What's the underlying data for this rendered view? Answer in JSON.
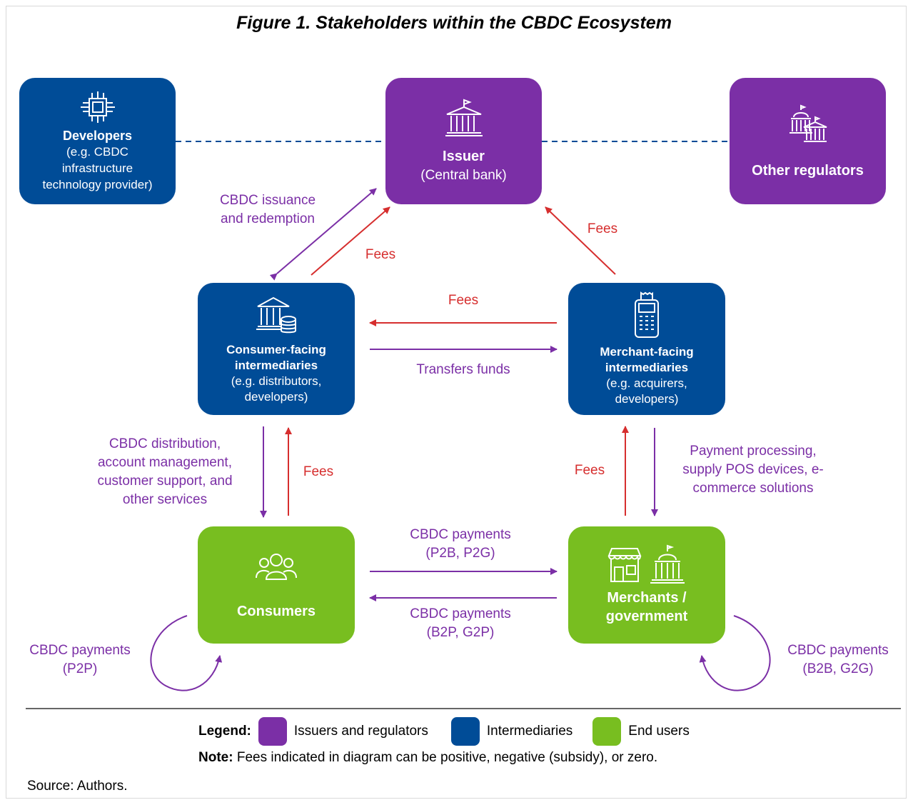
{
  "title": "Figure 1. Stakeholders within the CBDC Ecosystem",
  "colors": {
    "issuers": "#7b2fa6",
    "intermediaries": "#004c97",
    "end_users": "#78be20",
    "fees_arrow": "#d62e2e",
    "flow_arrow": "#7b2fa6"
  },
  "nodes": {
    "developers": {
      "title": "Developers",
      "desc": "(e.g. CBDC infrastructure technology provider)",
      "icon": "chip-icon"
    },
    "issuer": {
      "title": "Issuer",
      "desc": "(Central bank)",
      "icon": "bank-icon"
    },
    "regulators": {
      "title": "Other regulators",
      "icon": "government-buildings-icon"
    },
    "consumer_int": {
      "title": "Consumer-facing intermediaries",
      "desc": "(e.g. distributors, developers)",
      "icon": "bank-coins-icon"
    },
    "merchant_int": {
      "title": "Merchant-facing intermediaries",
      "desc": "(e.g. acquirers, developers)",
      "icon": "pos-terminal-icon"
    },
    "consumers": {
      "title": "Consumers",
      "icon": "people-icon"
    },
    "merchants": {
      "title": "Merchants / government",
      "icon": "store-government-icon"
    }
  },
  "labels": {
    "issuance": "CBDC issuance and redemption",
    "fees_ci_issuer": "Fees",
    "fees_mi_issuer": "Fees",
    "fees_mi_ci": "Fees",
    "transfers": "Transfers funds",
    "distribution": "CBDC distribution, account management, customer support, and other services",
    "fees_cons_ci": "Fees",
    "fees_merch_mi": "Fees",
    "processing": "Payment processing, supply POS devices, e-commerce solutions",
    "p2b": "CBDC payments (P2B, P2G)",
    "b2p": "CBDC payments (B2P, G2P)",
    "p2p": "CBDC payments (P2P)",
    "b2b": "CBDC payments (B2B, G2G)"
  },
  "legend": {
    "heading": "Legend:",
    "issuers": "Issuers and regulators",
    "intermediaries": "Intermediaries",
    "end_users": "End users"
  },
  "note": {
    "heading": "Note:",
    "text": "Fees indicated in diagram can be positive, negative (subsidy), or zero."
  },
  "source": "Source: Authors."
}
